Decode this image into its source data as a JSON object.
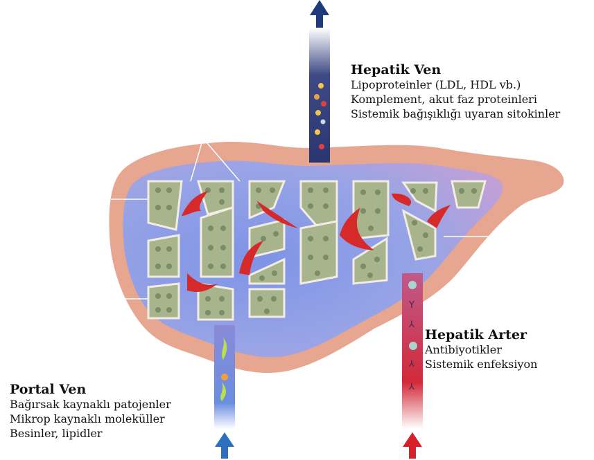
{
  "hepatic_vein": {
    "title": "Hepatik Ven",
    "lines": [
      "Lipoproteinler (LDL, HDL vb.)",
      "Komplement, akut faz proteinleri",
      "Sistemik bağışıklığı uyaran sitokinler"
    ]
  },
  "hepatic_artery": {
    "title": "Hepatik Arter",
    "lines": [
      "Antibiyotikler",
      "Sistemik enfeksiyon"
    ]
  },
  "portal_vein": {
    "title": "Portal Ven",
    "lines": [
      "Bağırsak kaynaklı patojenler",
      "Mikrop kaynaklı moleküller",
      "Besinler, lipidler"
    ]
  },
  "colors": {
    "liver_outer": "#e6a690",
    "liver_inner": "#8fa0e6",
    "cell_fill": "#a8b48c",
    "cell_border": "#f2ede4",
    "nucleus": "#7b8c6a",
    "hepatic_vein_arrow": "#1e3a78",
    "hepatic_artery_arrow": "#d6202a",
    "portal_vein_arrow": "#2f6fc0"
  }
}
